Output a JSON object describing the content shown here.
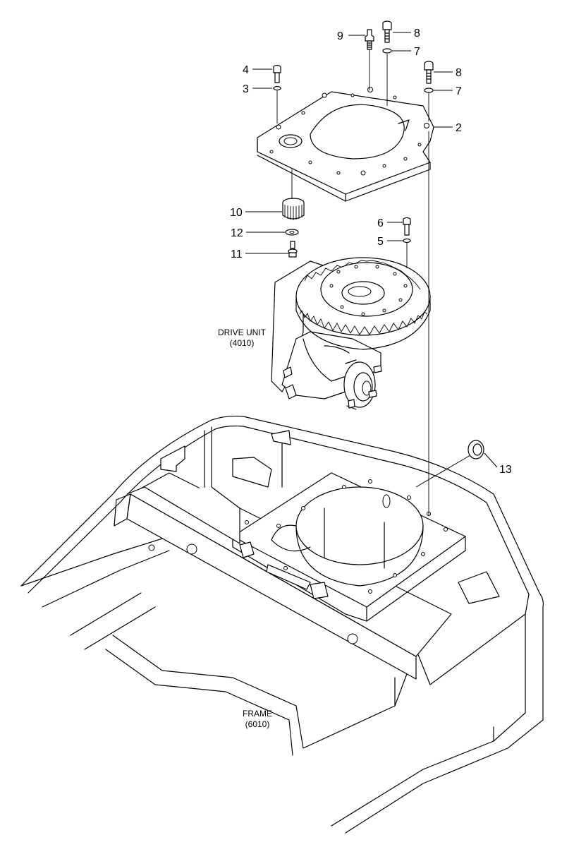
{
  "callouts": {
    "c1": "9",
    "c2": "8",
    "c3": "7",
    "c4": "4",
    "c5": "3",
    "c6": "8",
    "c7": "7",
    "c8": "2",
    "c9": "10",
    "c10": "6",
    "c11": "12",
    "c12": "5",
    "c13": "11",
    "c14": "13"
  },
  "labels": {
    "drive_unit_name": "DRIVE UNIT",
    "drive_unit_code": "(4010)",
    "frame_name": "FRAME",
    "frame_code": "(6010)"
  }
}
